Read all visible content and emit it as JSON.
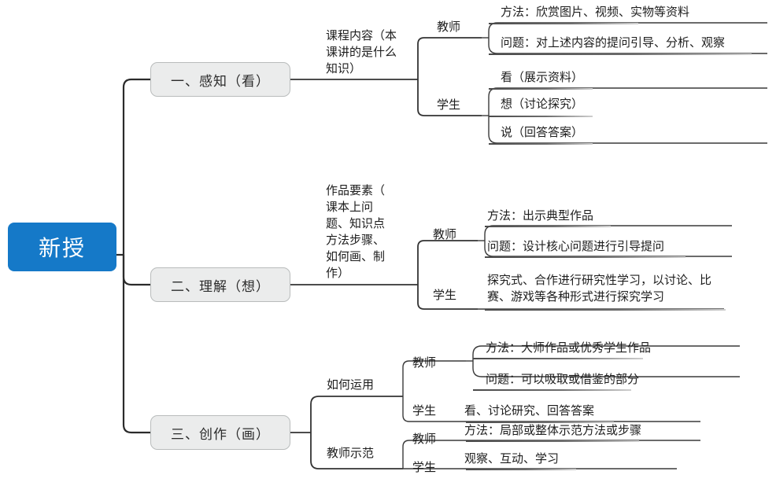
{
  "diagram": {
    "type": "mind-map",
    "title": "新授",
    "root": {
      "label": "新授",
      "color": "#1579c8",
      "text_color": "#ffffff"
    },
    "branch_style": {
      "fill": "#ebecec",
      "border": "#b9bcbc",
      "text_color": "#2b2b2b"
    },
    "branches": [
      {
        "label": "一、感知（看）",
        "content": "课程内容（本\n课讲的是什么\n知识）",
        "roles": [
          {
            "role": "教师",
            "items": [
              "方法：欣赏图片、视频、实物等资料",
              "问题：对上述内容的提问引导、分析、观察"
            ]
          },
          {
            "role": "学生",
            "items": [
              "看（展示资料）",
              "想（讨论探究）",
              "说（回答答案）"
            ]
          }
        ]
      },
      {
        "label": "二、理解（想）",
        "content": "作品要素（\n课本上问\n题、知识点\n方法步骤、\n如何画、制\n作）",
        "roles": [
          {
            "role": "教师",
            "items": [
              "方法：出示典型作品",
              "问题：设计核心问题进行引导提问"
            ]
          },
          {
            "role": "学生",
            "items": [
              "探究式、合作进行研究性学习，以讨论、比\n赛、游戏等各种形式进行探究学习"
            ]
          }
        ]
      },
      {
        "label": "三、创作（画）",
        "subgroups": [
          {
            "label": "如何运用",
            "roles": [
              {
                "role": "教师",
                "items": [
                  "方法：大师作品或优秀学生作品",
                  "问题：可以吸取或借鉴的部分"
                ]
              },
              {
                "role": "学生",
                "items": [
                  "看、讨论研究、回答答案"
                ]
              }
            ]
          },
          {
            "label": "教师示范",
            "roles": [
              {
                "role": "教师",
                "items": [
                  "方法：局部或整体示范方法或步骤"
                ]
              },
              {
                "role": "学生",
                "items": [
                  "观察、互动、学习"
                ]
              }
            ]
          }
        ]
      }
    ]
  }
}
